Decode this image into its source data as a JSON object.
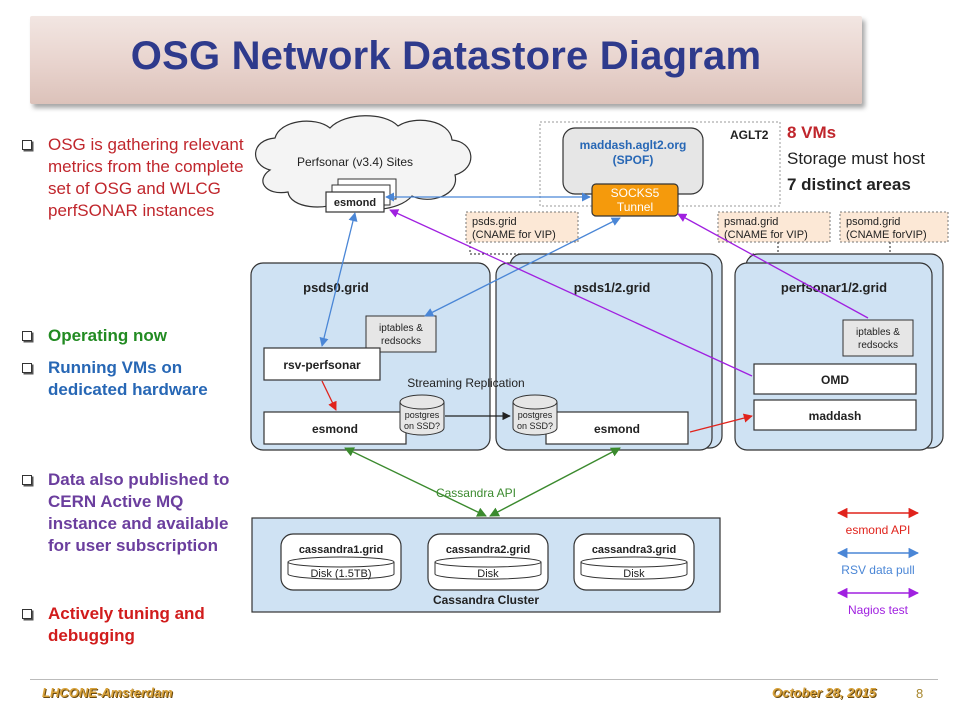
{
  "title": "OSG Network Datastore Diagram",
  "bullets": [
    "OSG is gathering relevant metrics from the complete set of OSG and WLCG perfSONAR instances",
    "Operating now",
    "Running VMs on dedicated hardware",
    "Data also published to CERN Active MQ instance and available for user subscription",
    "Actively tuning and debugging"
  ],
  "aglt2_note": {
    "line1": "8 VMs",
    "line2": "Storage must host",
    "line3": "7 distinct areas"
  },
  "diagram": {
    "cloud_label": "Perfsonar (v3.4) Sites",
    "esmond_small": "esmond",
    "aglt2_label": "AGLT2",
    "maddash_host": "maddash.aglt2.org",
    "maddash_spof": "(SPOF)",
    "socks_line1": "SOCKS5",
    "socks_line2": "Tunnel",
    "cname_psds_1": "psds.grid",
    "cname_psds_2": "(CNAME for VIP)",
    "cname_psmad_1": "psmad.grid",
    "cname_psmad_2": "(CNAME for VIP)",
    "cname_psomd_1": "psomd.grid",
    "cname_psomd_2": "(CNAME forVIP)",
    "psds0": "psds0.grid",
    "psds12": "psds1/2.grid",
    "perfsonar12": "perfsonar1/2.grid",
    "iptables_1": "iptables &",
    "iptables_2": "redsocks",
    "rsv": "rsv-perfsonar",
    "streaming": "Streaming Replication",
    "postgres_1": "postgres",
    "postgres_2": "on SSD?",
    "esmond": "esmond",
    "omd": "OMD",
    "maddash": "maddash",
    "cassandra_api": "Cassandra API",
    "cassandra1": "cassandra1.grid",
    "cassandra2": "cassandra2.grid",
    "cassandra3": "cassandra3.grid",
    "disk1": "Disk (1.5TB)",
    "disk2": "Disk",
    "disk3": "Disk",
    "cluster": "Cassandra Cluster"
  },
  "legend": {
    "esmond_api": "esmond API",
    "rsv_pull": "RSV data pull",
    "nagios": "Nagios test"
  },
  "colors": {
    "title": "#2e3a8c",
    "esmond_api": "#e0231c",
    "rsv_pull": "#4a86d6",
    "nagios": "#a020e0",
    "cassandra_api": "#3b8a2e",
    "socks": "#f59a0c"
  },
  "footer": {
    "left": "LHCONE-Amsterdam",
    "date": "October 28, 2015",
    "page": "8"
  }
}
